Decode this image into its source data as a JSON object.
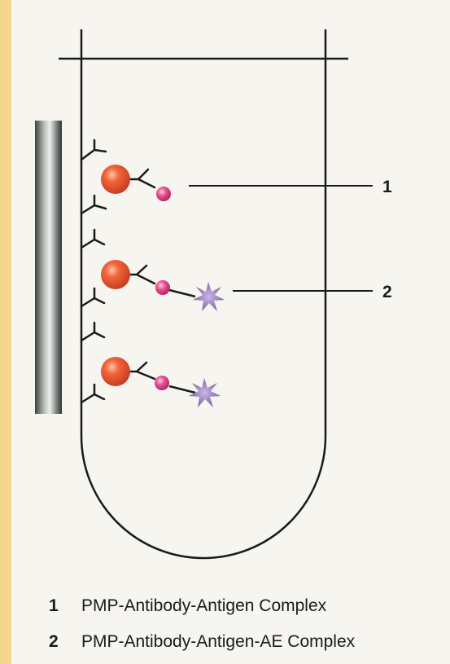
{
  "diagram": {
    "colors": {
      "background_border": "#f2d78c",
      "page": "#f7f5ef",
      "particle": "#e8502a",
      "antigen": "#d93a80",
      "acridinium_ester": "#8a6fb0",
      "line": "#1a1a1a"
    },
    "callouts": [
      {
        "number": "1"
      },
      {
        "number": "2"
      }
    ],
    "legend": [
      {
        "number": "1",
        "label": "PMP-Antibody-Antigen Complex"
      },
      {
        "number": "2",
        "label": "PMP-Antibody-Antigen-AE Complex"
      }
    ]
  }
}
